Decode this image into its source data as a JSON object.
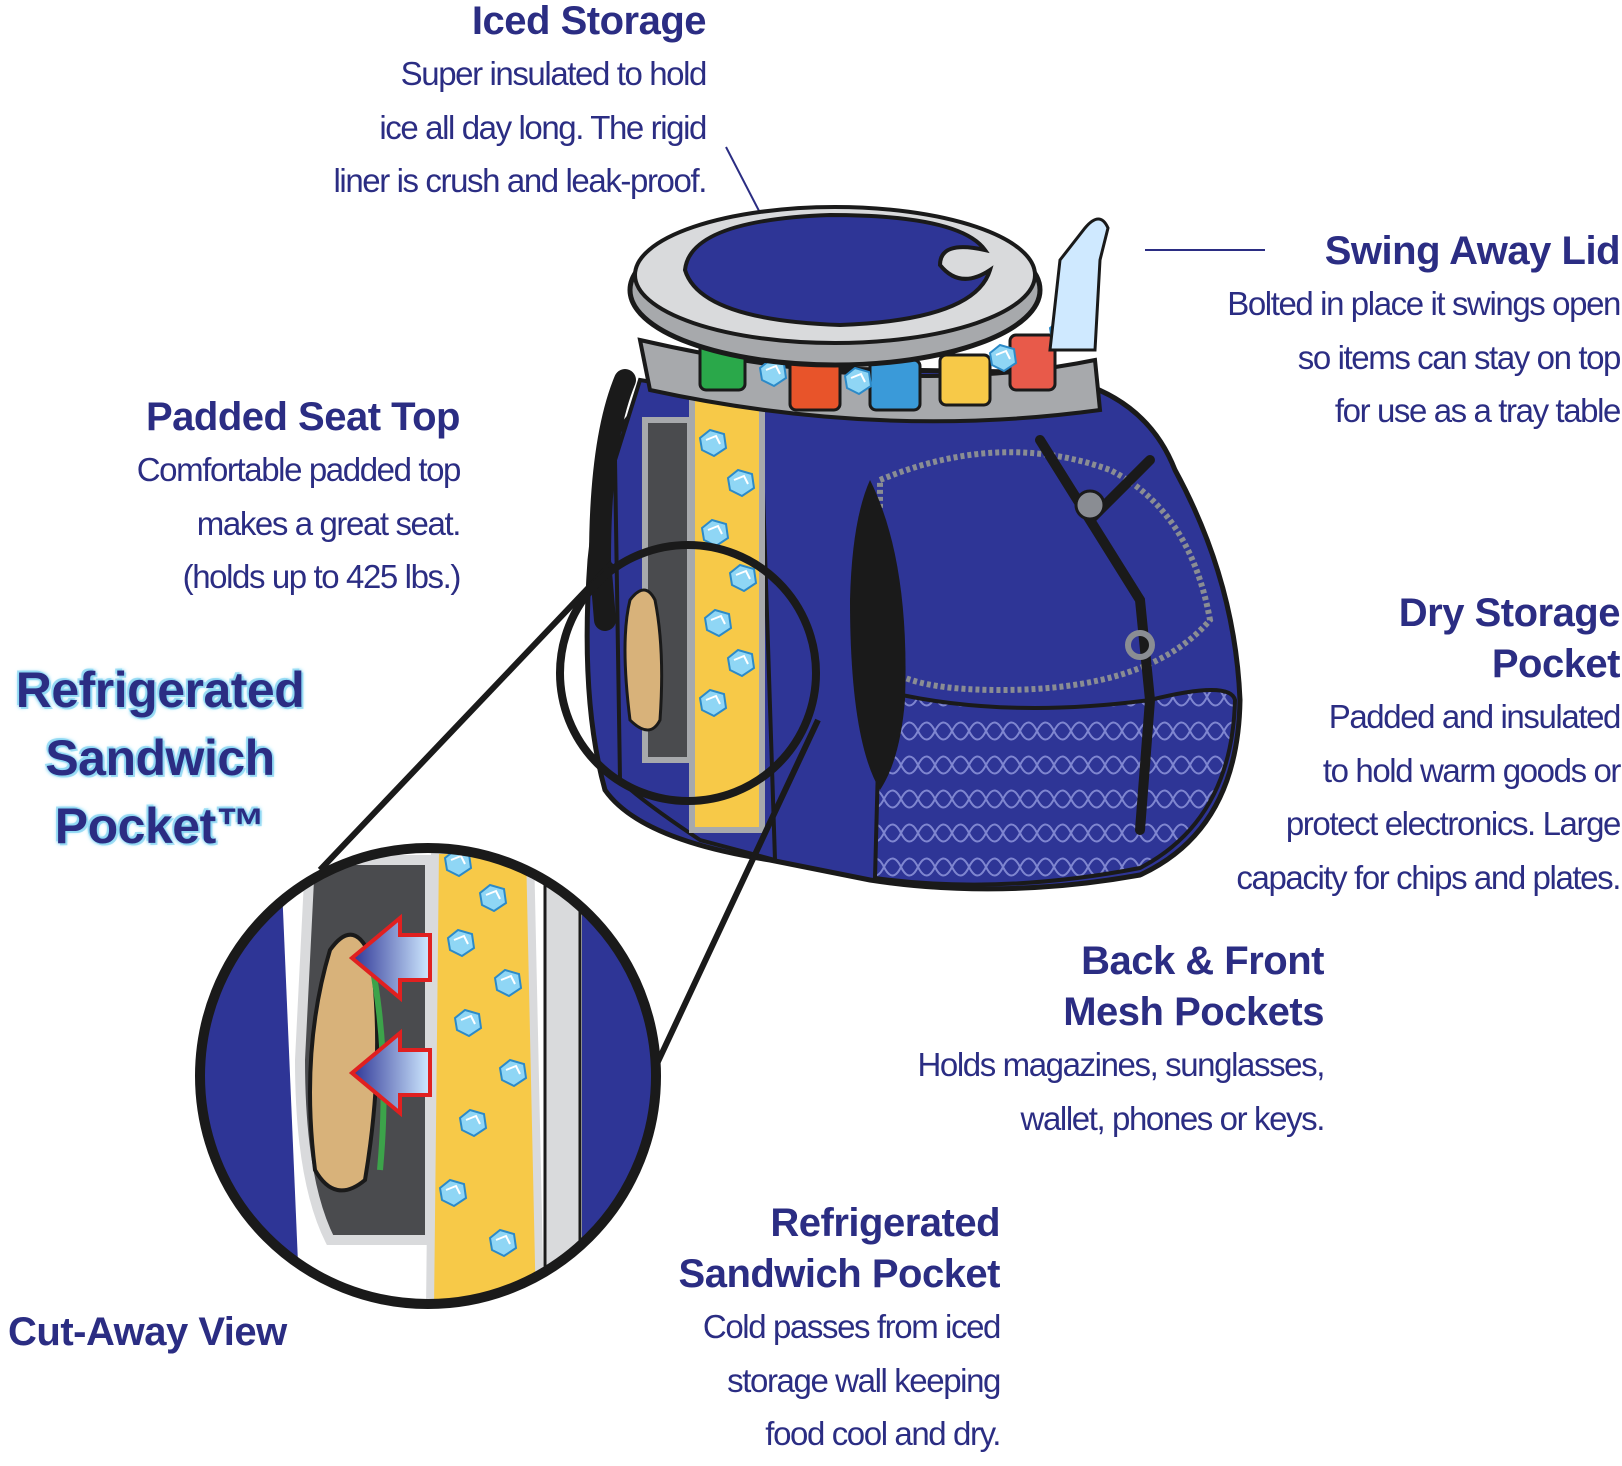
{
  "colors": {
    "text": "#2b2d83",
    "cooler_blue": "#2e3596",
    "ice": "#6ec8f0",
    "gray_trim": "#a7a9ac",
    "dark": "#1a1a1a"
  },
  "callouts": {
    "iced_storage": {
      "title": "Iced Storage",
      "body": "Super insulated to hold\nice all day long. The rigid\nliner is crush and leak-proof."
    },
    "swing_away_lid": {
      "title": "Swing Away Lid",
      "body": "Bolted in place it swings open\nso items can stay on top\nfor use as a tray table"
    },
    "padded_seat_top": {
      "title": "Padded Seat Top",
      "body": "Comfortable padded top\nmakes a great seat.\n(holds up to 425 lbs.)"
    },
    "dry_storage": {
      "title": "Dry Storage\nPocket",
      "body": "Padded and insulated\nto hold warm goods or\nprotect electronics. Large\ncapacity for chips and plates."
    },
    "mesh_pockets": {
      "title": "Back & Front\nMesh Pockets",
      "body": "Holds magazines, sunglasses,\nwallet, phones or keys."
    },
    "sandwich_pocket": {
      "title": "Refrigerated\nSandwich Pocket",
      "body": "Cold passes from iced\nstorage wall keeping\nfood cool and dry."
    }
  },
  "featured_label": "Refrigerated\nSandwich\nPocket™",
  "cutaway_label": "Cut-Away View",
  "icons": [
    "ice-cube-icon",
    "soda-can-icon",
    "bottle-icon",
    "sandwich-icon",
    "cold-arrow-icon"
  ]
}
